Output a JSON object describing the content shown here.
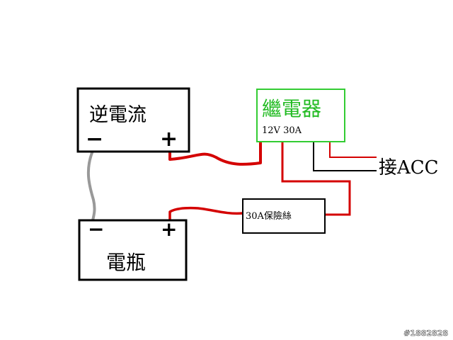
{
  "inverter": {
    "label": "逆電流",
    "minus": "−",
    "plus": "+"
  },
  "relay": {
    "label": "繼電器",
    "rating": "12V 30A"
  },
  "acc_label": "接ACC",
  "battery": {
    "label": "電瓶",
    "minus": "−",
    "plus": "+"
  },
  "fuse": {
    "label": "30A保險絲"
  },
  "watermark": "#1882828",
  "colors": {
    "box_border": "#000000",
    "relay_border": "#33cc33",
    "relay_text": "#22bb22",
    "wire_red": "#d40000",
    "wire_gray": "#999999",
    "wire_black": "#000000"
  }
}
